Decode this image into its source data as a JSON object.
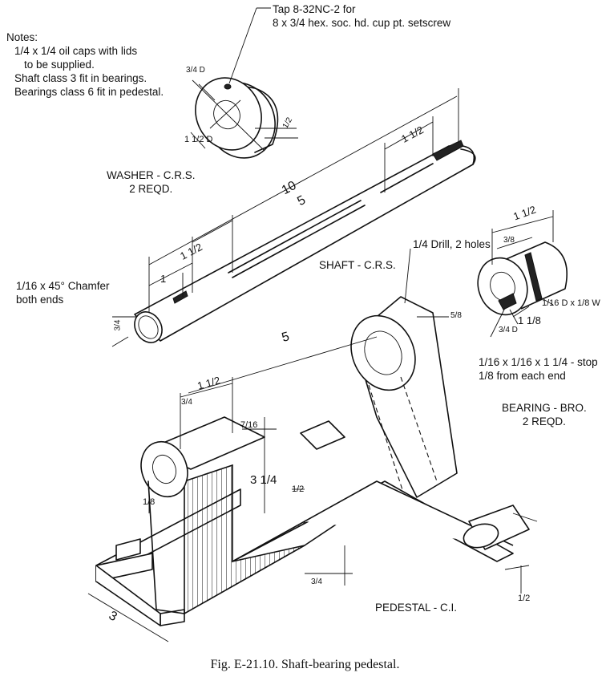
{
  "notes": {
    "title": "Notes:",
    "lines": [
      "1/4 x 1/4 oil caps with lids",
      "to be supplied.",
      "Shaft class 3 fit in bearings.",
      "Bearings class 6 fit in pedestal."
    ]
  },
  "washer": {
    "tap_note": [
      "Tap 8-32NC-2 for",
      "8 x 3/4 hex. soc. hd. cup pt. setscrew"
    ],
    "name": "WASHER - C.R.S.",
    "qty": "2 REQD.",
    "dims": {
      "diameter": "1 1/2 D",
      "bore": "3/4 D",
      "thickness": "1/2"
    }
  },
  "shaft": {
    "name": "SHAFT - C.R.S.",
    "chamfer_note": [
      "1/16 x 45° Chamfer",
      "both ends"
    ],
    "dims": {
      "overall": "10",
      "middle": "5",
      "flat_left": "1 1/2",
      "flat_right": "1 1/2",
      "end": "1",
      "end_dia": "3/4"
    }
  },
  "bearing": {
    "name": "BEARING - BRO.",
    "qty": "2 REQD.",
    "dims": {
      "length": "1 1/2",
      "flange": "3/8",
      "od": "1 1/8",
      "bore": "3/4 D",
      "groove": "1/16 D x 1/8 W"
    },
    "stop_note": [
      "1/16 x 1/16 x 1 1/4 - stop",
      "1/8 from each end"
    ]
  },
  "pedestal": {
    "name": "PEDESTAL - C.I.",
    "drill_note": "1/4 Drill, 2 holes",
    "dims": {
      "spacing": "5",
      "hub": "1 1/2",
      "height": "3 1/4",
      "base": "3",
      "web": "1/2",
      "top": "7/16",
      "boss": "3/4",
      "wall": "1/8",
      "flange": "5/8",
      "base_t": "3/4",
      "lug": "1/2"
    }
  },
  "caption": "Fig. E-21.10.   Shaft-bearing pedestal."
}
